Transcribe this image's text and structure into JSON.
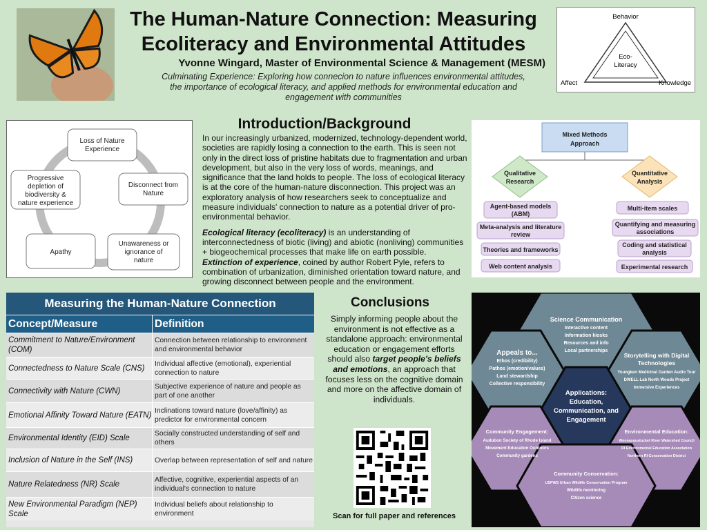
{
  "header": {
    "title": "The Human-Nature Connection: Measuring Ecoliteracy and Environmental Attitudes",
    "author": "Yvonne Wingard, Master of Environmental Science & Management (MESM)",
    "subtitle": "Culminating Experience: Exploring how connecion to nature influences environmental attitudes, the importance of ecological literacy, and applied methods for environmental education and engagement with communities"
  },
  "triangle": {
    "top": "Behavior",
    "left": "Affect",
    "right": "Knowledge",
    "center_line1": "Eco-",
    "center_line2": "Literacy"
  },
  "cycle": {
    "n1": "Loss of Nature",
    "n1b": "Experience",
    "n2": "Disconnect from",
    "n2b": "Nature",
    "n3": "Unawareness or",
    "n3b": "ignorance of",
    "n3c": "nature",
    "n4": "Apathy",
    "n5": "Progressive",
    "n5b": "depletion of",
    "n5c": "biodiversity &",
    "n5d": "nature experience"
  },
  "intro": {
    "heading": "Introduction/Background",
    "p1": "In our increasingly urbanized, modernized, technology-dependent world, societies are rapidly losing a connection to the earth. This is seen not only in the direct loss of pristine habitats due to fragmentation and urban development, but also in the very loss of words, meanings, and significance that the land holds to people. The loss of ecological literacy is at the core of the human-nature disconnection. This project was an exploratory analysis of how researchers seek to conceptualize and measure individuals' connection to nature as a potential driver of pro-environmental behavior.",
    "p2_term1": "Ecological literacy (ecoliteracy)",
    "p2_text1": " is an understanding of interconnectedness of biotic (living) and abiotic (nonliving) communities + biogeochemical processes that make life on earth possible. ",
    "p2_term2": "Extinction of experience",
    "p2_text2": ", coined by author Robert Pyle, refers to combination of urbanization, diminished orientation toward nature, and growing disconnect between people and the environment."
  },
  "methods": {
    "title1": "Mixed Methods",
    "title2": "Approach",
    "qual1": "Qualitative",
    "qual2": "Research",
    "quant1": "Quantitative",
    "quant2": "Analysis",
    "q_a1": "Agent-based models",
    "q_a2": "(ABM)",
    "q_b1": "Meta-analysis and literature",
    "q_b2": "review",
    "q_c": "Theories and frameworks",
    "q_d": "Web content analysis",
    "n_a": "Multi-item scales",
    "n_b1": "Quantifying and measuring",
    "n_b2": "associations",
    "n_c1": "Coding and statistical",
    "n_c2": "analysis",
    "n_d": "Experimental research"
  },
  "measures": {
    "title": "Measuring the Human-Nature Connection",
    "col1": "Concept/Measure",
    "col2": "Definition",
    "rows": [
      {
        "concept": "Commitment to Nature/Environment (COM)",
        "definition": "Connection between relationship to environment and environmental behavior"
      },
      {
        "concept": "Connectedness to Nature Scale (CNS)",
        "definition": "Individual affective (emotional), experiential connection to nature"
      },
      {
        "concept": "Connectivity with Nature (CWN)",
        "definition": "Subjective experience of nature and people as part of one another"
      },
      {
        "concept": "Emotional Affinity Toward Nature (EATN)",
        "definition": "Inclinations toward nature (love/affinity) as predictor for environmental concern"
      },
      {
        "concept": "Environmental Identity (EID) Scale",
        "definition": "Socially constructed understanding of self and others"
      },
      {
        "concept": "Inclusion of Nature in the Self (INS)",
        "definition": "Overlap between representation of self and nature"
      },
      {
        "concept": "Nature Relatedness (NR) Scale",
        "definition": "Affective, cognitive, experiential aspects of an individual's connection to nature"
      },
      {
        "concept": "New Environmental Paradigm (NEP) Scale",
        "definition": "Individual beliefs about relationship to environment"
      }
    ]
  },
  "conclusions": {
    "heading": "Conclusions",
    "text1": "Simply informing people about the environment is not effective as a standalone approach: environmental education or engagement efforts should also ",
    "emph": "target people's beliefs and emotions",
    "text2": ", an approach that focuses less on the cognitive domain and more on the affective domain of individuals.",
    "qr_caption": "Scan for full paper and references"
  },
  "hex": {
    "center1": "Applications:",
    "center2": "Education,",
    "center3": "Communication, and",
    "center4": "Engagement",
    "sci_title": "Science Communication",
    "sci1": "Interactive content",
    "sci2": "Information kiosks",
    "sci3": "Resources and info",
    "sci4": "Local partnerships",
    "app_title": "Appeals to...",
    "app1": "Ethos (credibility)",
    "app2": "Pathos (emotion/values)",
    "app3": "Land stewardship",
    "app4": "Collective responsibility",
    "story_title1": "Storytelling with Digital",
    "story_title2": "Technologies",
    "story1": "Youngken Medicinal Garden Audio Tour",
    "story2": "DWELL Lab North Woods Project",
    "story3": "Immersive Experiences",
    "ce_title": "Community Engagement:",
    "ce1": "Audubon Society of Rhode Island",
    "ce2": "Movement Education Outdoors",
    "ce3": "Community gardens",
    "ee_title": "Environmental Education:",
    "ee1": "Woonasquatucket River Watershed Council",
    "ee2": "RI Environmental Education Association",
    "ee3": "Northern RI Conservation District",
    "cc_title": "Community Conservation:",
    "cc1": "USFWS Urban Wildlife Conservation Program",
    "cc2": "Wildlife monitoring",
    "cc3": "Citizen science"
  }
}
